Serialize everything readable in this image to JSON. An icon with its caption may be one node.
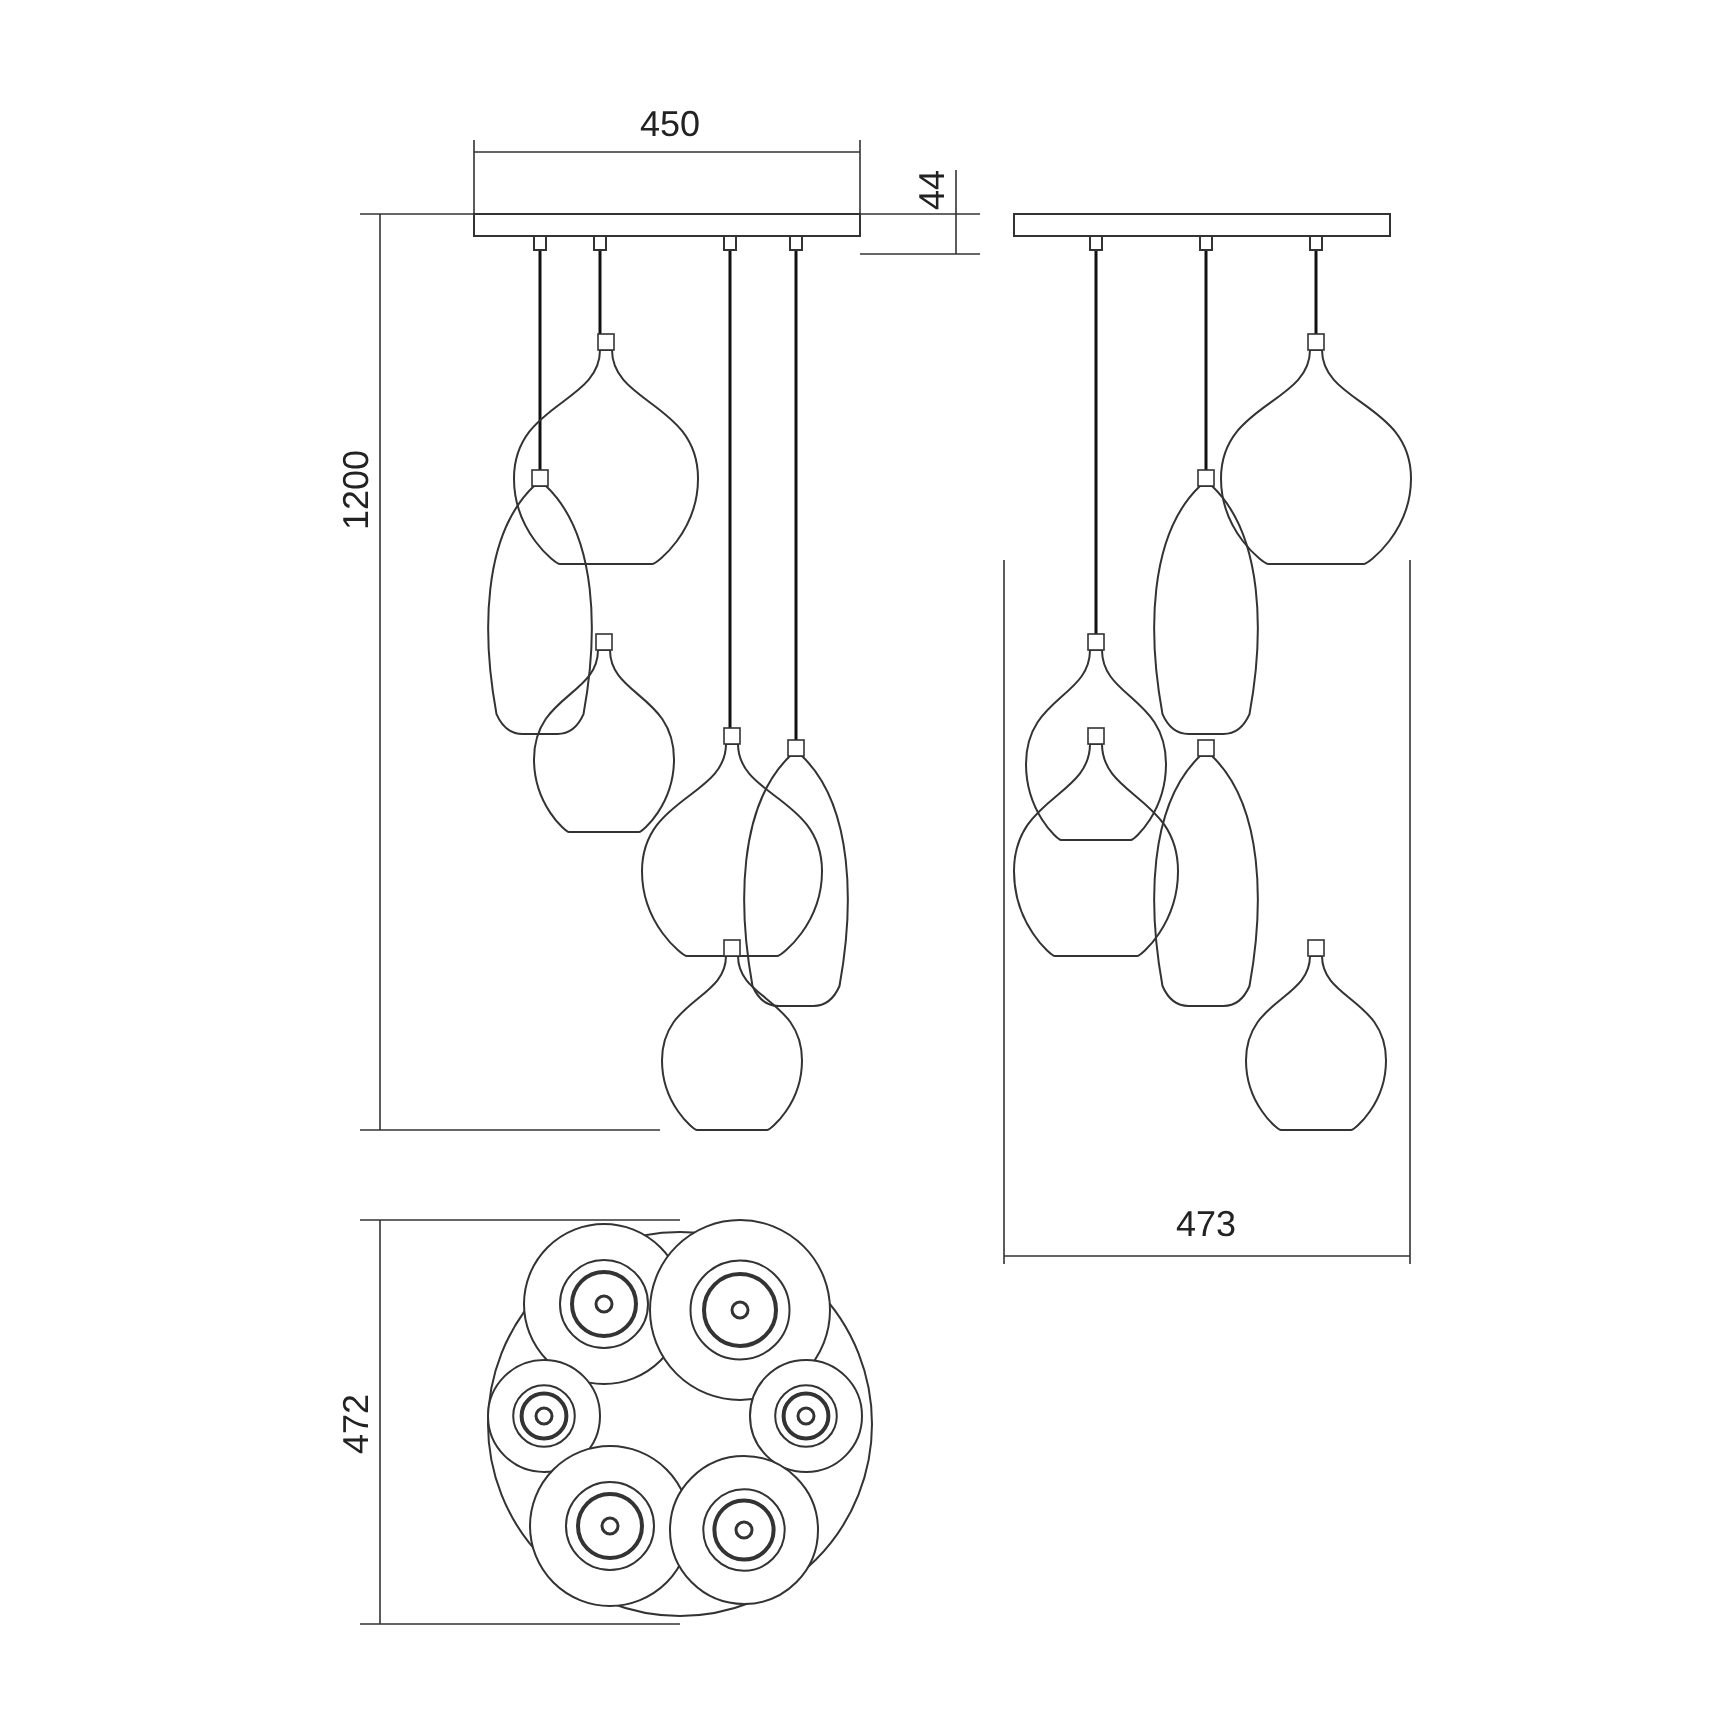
{
  "diagram": {
    "labels": [
      "450",
      "44",
      "1200",
      "473",
      "472"
    ]
  }
}
